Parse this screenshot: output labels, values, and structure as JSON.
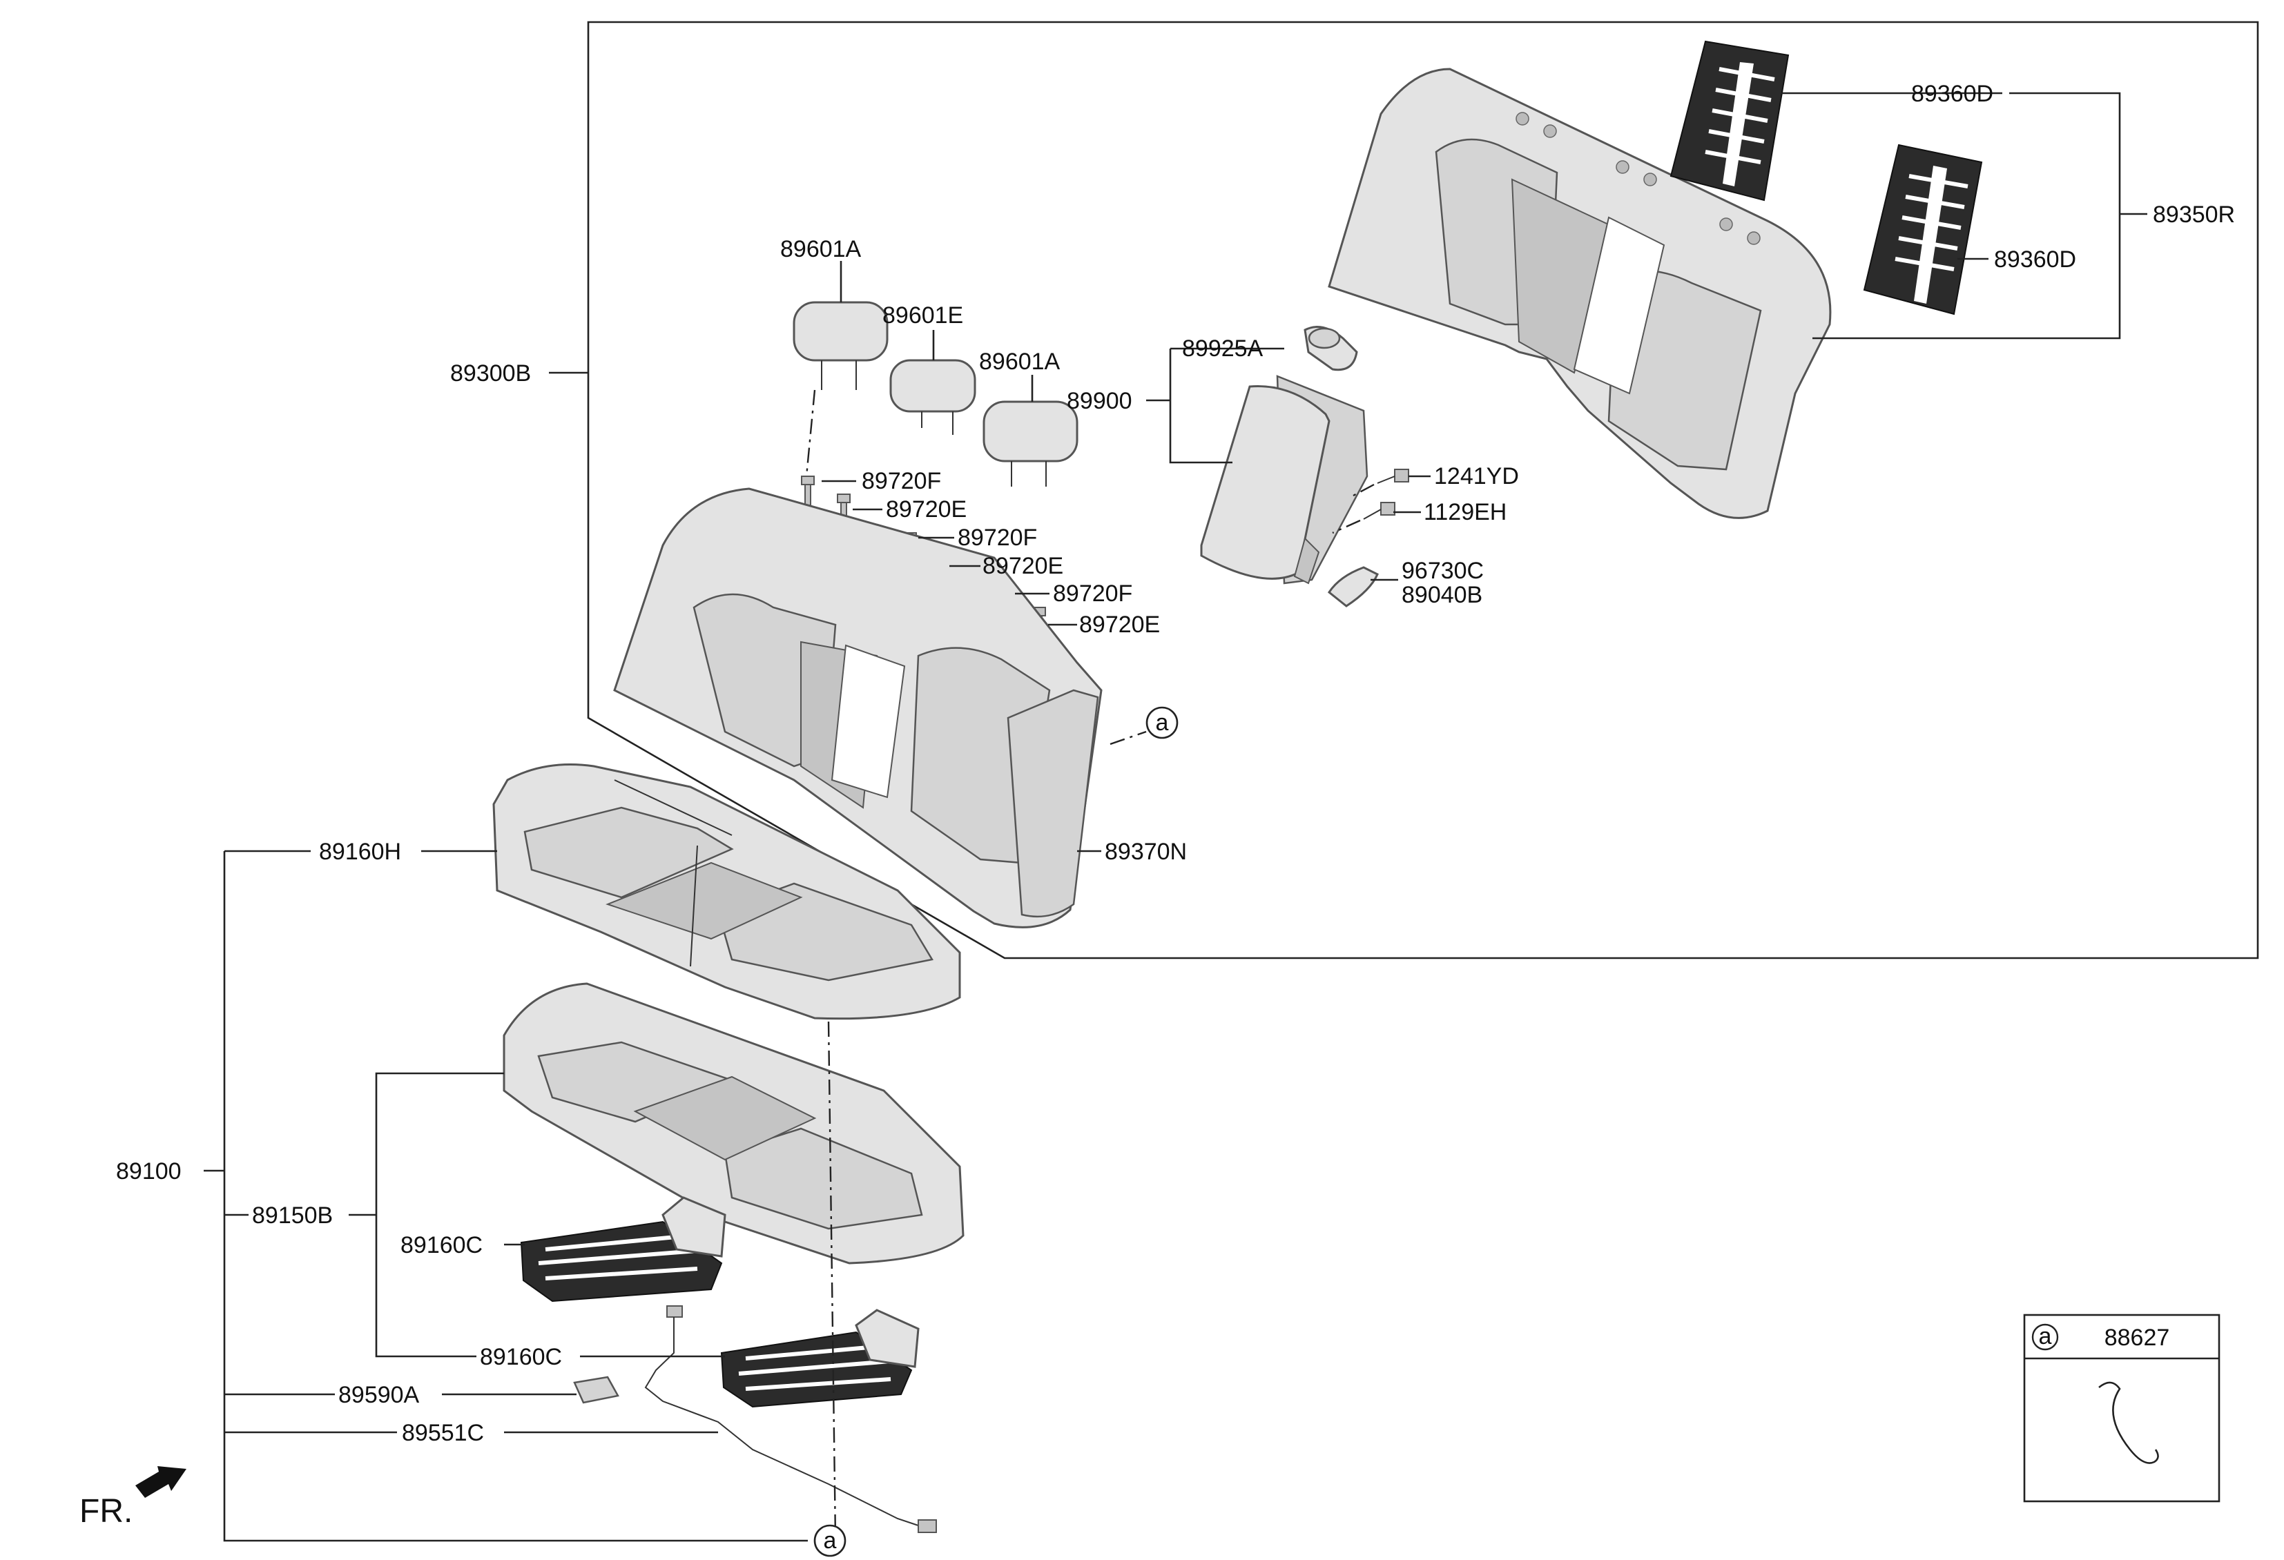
{
  "labels": {
    "p89601A_1": "89601A",
    "p89601E": "89601E",
    "p89601A_2": "89601A",
    "p89300B": "89300B",
    "p89720F_1": "89720F",
    "p89720E_1": "89720E",
    "p89720F_2": "89720F",
    "p89720E_2": "89720E",
    "p89720F_3": "89720F",
    "p89720E_3": "89720E",
    "p89925A": "89925A",
    "p89900": "89900",
    "p1241YD": "1241YD",
    "p1129EH": "1129EH",
    "p96730C": "96730C",
    "p89040B": "89040B",
    "p89360D_1": "89360D",
    "p89360D_2": "89360D",
    "p89350R": "89350R",
    "p89370N": "89370N",
    "p89160H": "89160H",
    "p89100": "89100",
    "p89150B": "89150B",
    "p89160C_1": "89160C",
    "p89160C_2": "89160C",
    "p89590A": "89590A",
    "p89551C": "89551C",
    "ref_a1": "a",
    "ref_a2": "a",
    "legend_ref": "a",
    "legend_part": "88627",
    "fr": "FR."
  }
}
